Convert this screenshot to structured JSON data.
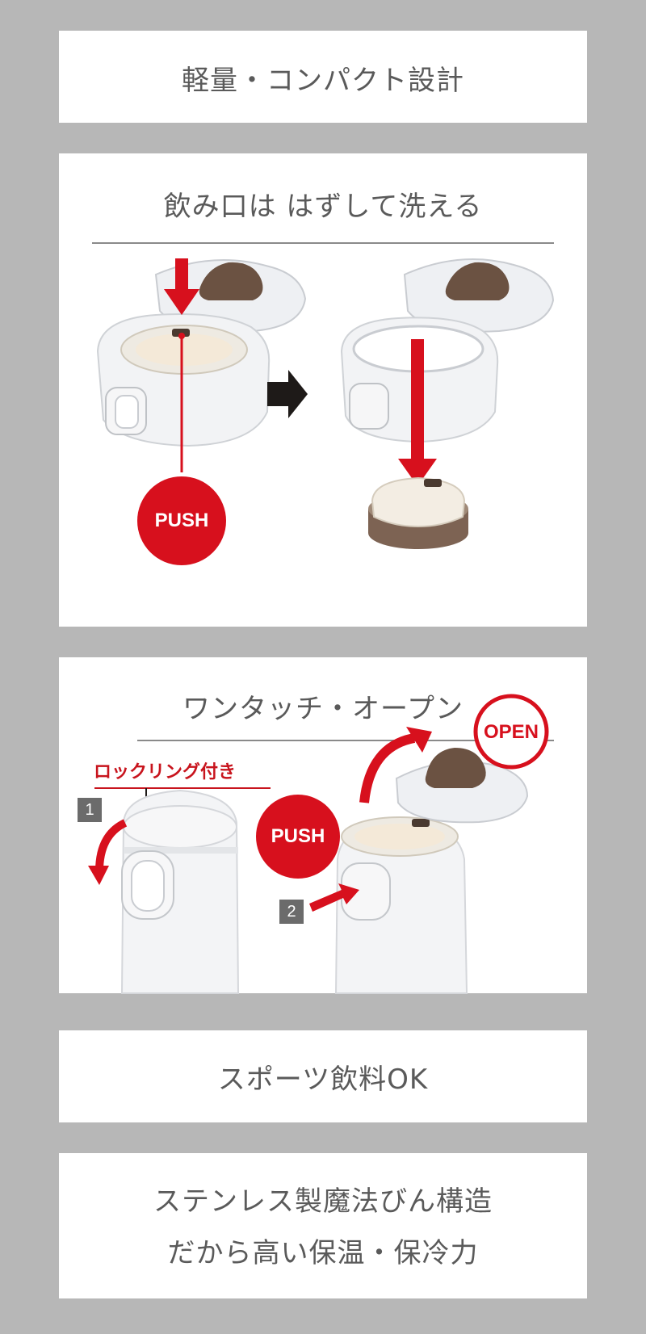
{
  "panels": {
    "lightweight": {
      "title": "軽量・コンパクト設計"
    },
    "washable": {
      "title": "飲み口は はずして洗える",
      "push_label": "PUSH"
    },
    "one_touch": {
      "title": "ワンタッチ・オープン",
      "lock_ring_label": "ロックリング付き",
      "step1": "1",
      "step2": "2",
      "push_label": "PUSH",
      "open_label": "OPEN"
    },
    "sports": {
      "title": "スポーツ飲料OK"
    },
    "stainless": {
      "line1": "ステンレス製魔法びん構造",
      "line2": "だから高い保温・保冷力"
    }
  },
  "colors": {
    "frame": "#b7b7b7",
    "accent_red": "#d7101d",
    "lid_brown": "#6b5242",
    "text_gray": "#5a5a5a"
  }
}
